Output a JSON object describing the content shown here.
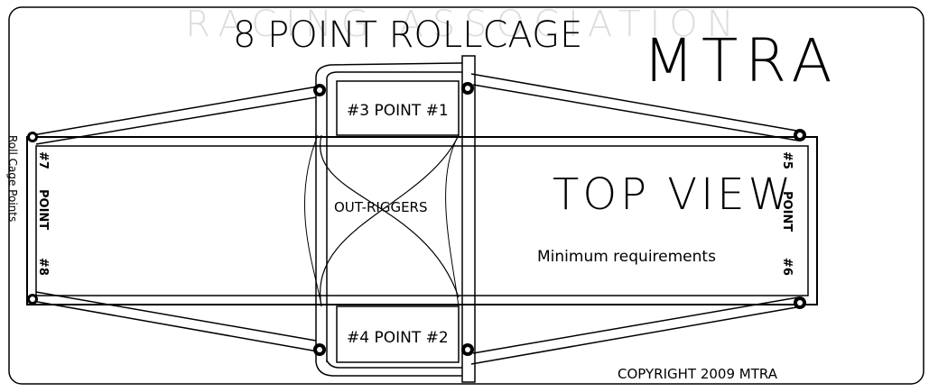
{
  "drawing": {
    "title": "8 POINT ROLLCAGE",
    "brand": "MTRA",
    "view_label": "TOP VIEW",
    "subtitle": "Minimum requirements",
    "outriggers_label": "OUT-RIGGERS",
    "copyright": "COPYRIGHT 2009 MTRA",
    "watermark": "RACING ASSOCIATION",
    "points": {
      "front_right_top": "#3 POINT #1",
      "front_right_bottom": "#4 POINT #2",
      "left_top": "#7",
      "left_middle": "POINT",
      "left_bottom": "#8",
      "right_top": "#5",
      "right_middle": "POINT",
      "right_bottom": "#6"
    },
    "edge_note": "Roll Cage Points"
  },
  "colors": {
    "ink": "#000000",
    "watermark": "#dcdcdc",
    "background": "#ffffff"
  }
}
